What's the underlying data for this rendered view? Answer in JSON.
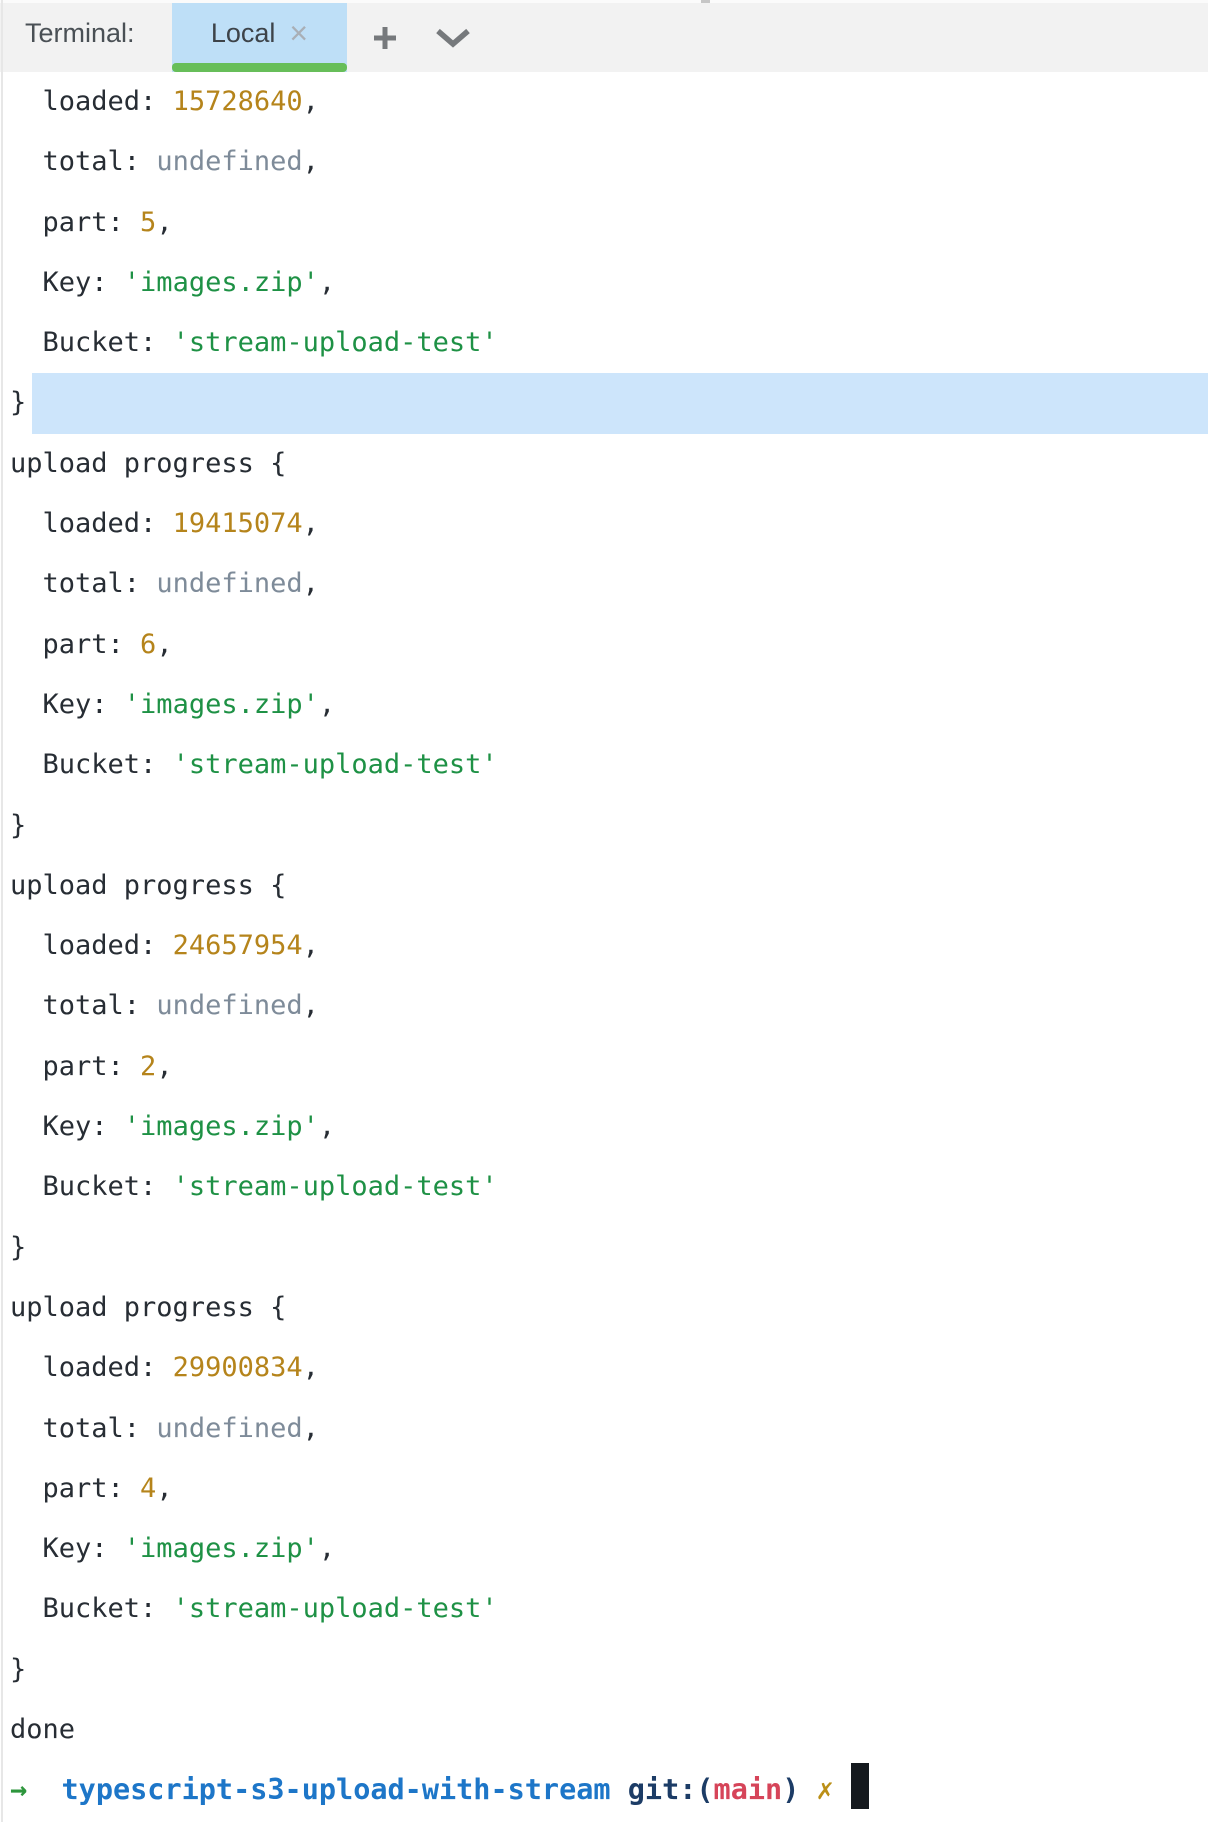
{
  "tabbar": {
    "panel_label": "Terminal:",
    "active_tab": {
      "label": "Local",
      "close_icon": "×"
    },
    "new_tab_icon": "plus",
    "dropdown_icon": "chevron-down"
  },
  "colors": {
    "tabbar_bg": "#f2f2f2",
    "tab_active_bg": "#bedff7",
    "tab_underline_green": "#67be59",
    "selection_highlight": "#cde5fb",
    "text_default": "#272d34",
    "text_number": "#b5841b",
    "text_string": "#1e9145",
    "text_undefined": "#7e8b99",
    "prompt_arrow": "#2d963c",
    "prompt_directory": "#1d76c8",
    "prompt_git": "#1c3c66",
    "prompt_branch": "#d64459",
    "prompt_dirty_mark": "#bb8f17",
    "cursor": "#15191e"
  },
  "terminal": {
    "lines": [
      {
        "segments": [
          {
            "text": "  loaded: ",
            "style": "default"
          },
          {
            "text": "15728640",
            "style": "number"
          },
          {
            "text": ",",
            "style": "default"
          }
        ]
      },
      {
        "segments": [
          {
            "text": "  total: ",
            "style": "default"
          },
          {
            "text": "undefined",
            "style": "undefined"
          },
          {
            "text": ",",
            "style": "default"
          }
        ]
      },
      {
        "segments": [
          {
            "text": "  part: ",
            "style": "default"
          },
          {
            "text": "5",
            "style": "number"
          },
          {
            "text": ",",
            "style": "default"
          }
        ]
      },
      {
        "segments": [
          {
            "text": "  Key: ",
            "style": "default"
          },
          {
            "text": "'images.zip'",
            "style": "string"
          },
          {
            "text": ",",
            "style": "default"
          }
        ]
      },
      {
        "segments": [
          {
            "text": "  Bucket: ",
            "style": "default"
          },
          {
            "text": "'stream-upload-test'",
            "style": "string"
          }
        ]
      },
      {
        "selected": true,
        "segments": [
          {
            "text": "}",
            "style": "default"
          }
        ]
      },
      {
        "segments": [
          {
            "text": "upload progress {",
            "style": "default"
          }
        ]
      },
      {
        "segments": [
          {
            "text": "  loaded: ",
            "style": "default"
          },
          {
            "text": "19415074",
            "style": "number"
          },
          {
            "text": ",",
            "style": "default"
          }
        ]
      },
      {
        "segments": [
          {
            "text": "  total: ",
            "style": "default"
          },
          {
            "text": "undefined",
            "style": "undefined"
          },
          {
            "text": ",",
            "style": "default"
          }
        ]
      },
      {
        "segments": [
          {
            "text": "  part: ",
            "style": "default"
          },
          {
            "text": "6",
            "style": "number"
          },
          {
            "text": ",",
            "style": "default"
          }
        ]
      },
      {
        "segments": [
          {
            "text": "  Key: ",
            "style": "default"
          },
          {
            "text": "'images.zip'",
            "style": "string"
          },
          {
            "text": ",",
            "style": "default"
          }
        ]
      },
      {
        "segments": [
          {
            "text": "  Bucket: ",
            "style": "default"
          },
          {
            "text": "'stream-upload-test'",
            "style": "string"
          }
        ]
      },
      {
        "segments": [
          {
            "text": "}",
            "style": "default"
          }
        ]
      },
      {
        "segments": [
          {
            "text": "upload progress {",
            "style": "default"
          }
        ]
      },
      {
        "segments": [
          {
            "text": "  loaded: ",
            "style": "default"
          },
          {
            "text": "24657954",
            "style": "number"
          },
          {
            "text": ",",
            "style": "default"
          }
        ]
      },
      {
        "segments": [
          {
            "text": "  total: ",
            "style": "default"
          },
          {
            "text": "undefined",
            "style": "undefined"
          },
          {
            "text": ",",
            "style": "default"
          }
        ]
      },
      {
        "segments": [
          {
            "text": "  part: ",
            "style": "default"
          },
          {
            "text": "2",
            "style": "number"
          },
          {
            "text": ",",
            "style": "default"
          }
        ]
      },
      {
        "segments": [
          {
            "text": "  Key: ",
            "style": "default"
          },
          {
            "text": "'images.zip'",
            "style": "string"
          },
          {
            "text": ",",
            "style": "default"
          }
        ]
      },
      {
        "segments": [
          {
            "text": "  Bucket: ",
            "style": "default"
          },
          {
            "text": "'stream-upload-test'",
            "style": "string"
          }
        ]
      },
      {
        "segments": [
          {
            "text": "}",
            "style": "default"
          }
        ]
      },
      {
        "segments": [
          {
            "text": "upload progress {",
            "style": "default"
          }
        ]
      },
      {
        "segments": [
          {
            "text": "  loaded: ",
            "style": "default"
          },
          {
            "text": "29900834",
            "style": "number"
          },
          {
            "text": ",",
            "style": "default"
          }
        ]
      },
      {
        "segments": [
          {
            "text": "  total: ",
            "style": "default"
          },
          {
            "text": "undefined",
            "style": "undefined"
          },
          {
            "text": ",",
            "style": "default"
          }
        ]
      },
      {
        "segments": [
          {
            "text": "  part: ",
            "style": "default"
          },
          {
            "text": "4",
            "style": "number"
          },
          {
            "text": ",",
            "style": "default"
          }
        ]
      },
      {
        "segments": [
          {
            "text": "  Key: ",
            "style": "default"
          },
          {
            "text": "'images.zip'",
            "style": "string"
          },
          {
            "text": ",",
            "style": "default"
          }
        ]
      },
      {
        "segments": [
          {
            "text": "  Bucket: ",
            "style": "default"
          },
          {
            "text": "'stream-upload-test'",
            "style": "string"
          }
        ]
      },
      {
        "segments": [
          {
            "text": "}",
            "style": "default"
          }
        ]
      },
      {
        "segments": [
          {
            "text": "done",
            "style": "default"
          }
        ]
      },
      {
        "prompt": true,
        "cursor": true,
        "segments": [
          {
            "text": "→",
            "style": "arrow"
          },
          {
            "text": "  ",
            "style": "default"
          },
          {
            "text": "typescript-s3-upload-with-stream",
            "style": "directory"
          },
          {
            "text": " ",
            "style": "default"
          },
          {
            "text": "git:(",
            "style": "git"
          },
          {
            "text": "main",
            "style": "branch"
          },
          {
            "text": ")",
            "style": "git"
          },
          {
            "text": " ",
            "style": "default"
          },
          {
            "text": "✗",
            "style": "dirty"
          },
          {
            "text": " ",
            "style": "default"
          }
        ]
      }
    ]
  }
}
